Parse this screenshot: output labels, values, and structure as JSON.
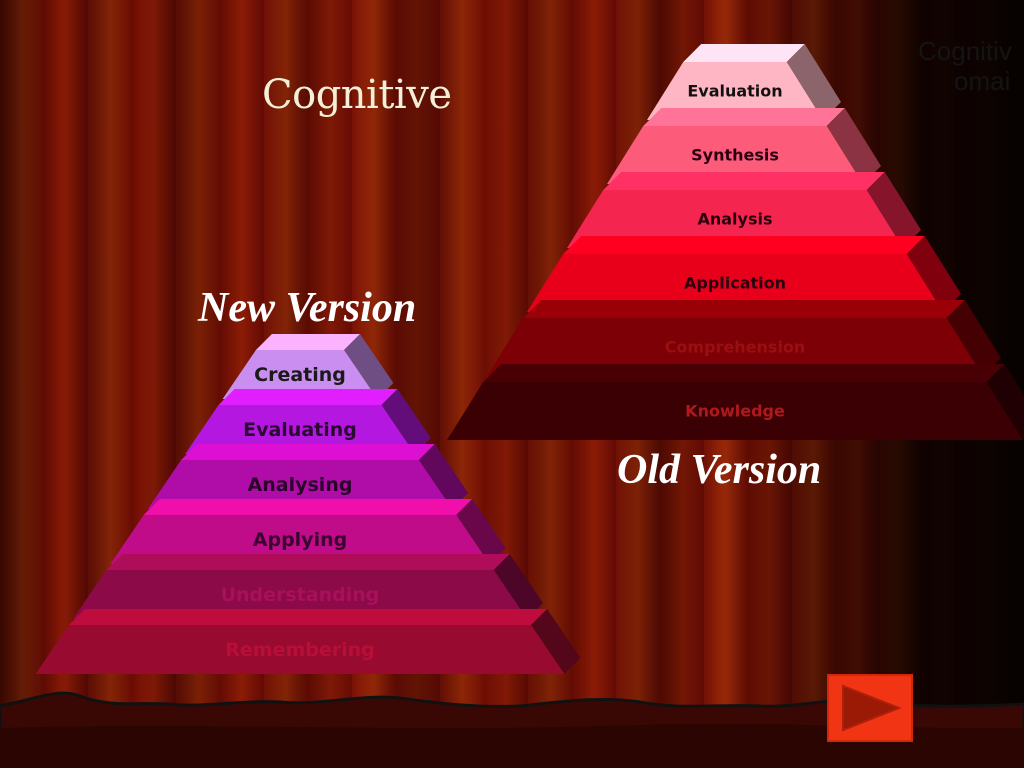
{
  "slide": {
    "title": "Cognitive",
    "partial_text_line1": "Cognitiv",
    "partial_text_line2": "omai"
  },
  "new_version": {
    "label": "New Version",
    "levels": [
      "Creating",
      "Evaluating",
      "Analysing",
      "Applying",
      "Understanding",
      "Remembering"
    ],
    "colors": [
      "#c98ef0",
      "#b418e0",
      "#b00ca8",
      "#c00c88",
      "#8c0a48",
      "#980a30"
    ],
    "text_colors": [
      "#1a1a1a",
      "#2a0a30",
      "#2a0428",
      "#3a0430",
      "#a8105a",
      "#b80e38"
    ]
  },
  "old_version": {
    "label": "Old Version",
    "levels": [
      "Evaluation",
      "Synthesis",
      "Analysis",
      "Application",
      "Comprehension",
      "Knowledge"
    ],
    "colors": [
      "#ffb6c4",
      "#fc5c7a",
      "#f42650",
      "#e8001a",
      "#7c0006",
      "#3a0004"
    ],
    "text_colors": [
      "#111111",
      "#2a0010",
      "#2a0010",
      "#2a0010",
      "#9a1010",
      "#b0181c"
    ]
  },
  "next_button": {
    "icon": "play-triangle-icon",
    "color": "#f03414"
  }
}
